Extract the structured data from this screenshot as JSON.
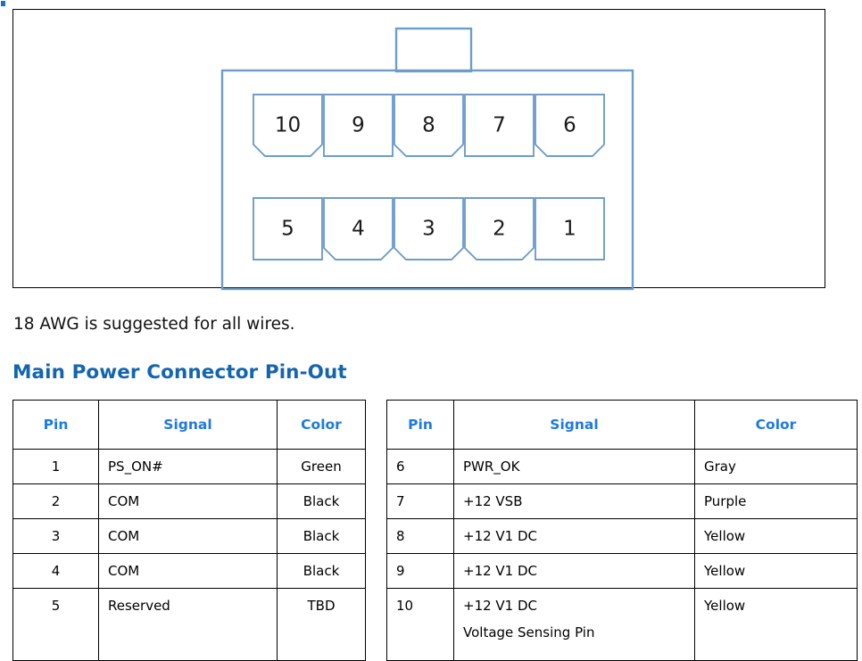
{
  "figure": {
    "name": "main-power-connector-diagram",
    "line_color": "#6e9dc9",
    "latch_tab": "",
    "top_row_pins": [
      {
        "label": "10",
        "chamfered": true
      },
      {
        "label": "9",
        "chamfered": false
      },
      {
        "label": "8",
        "chamfered": true
      },
      {
        "label": "7",
        "chamfered": false
      },
      {
        "label": "6",
        "chamfered": true
      }
    ],
    "bottom_row_pins": [
      {
        "label": "5",
        "chamfered": false
      },
      {
        "label": "4",
        "chamfered": true
      },
      {
        "label": "3",
        "chamfered": true
      },
      {
        "label": "2",
        "chamfered": true
      },
      {
        "label": "1",
        "chamfered": false
      }
    ]
  },
  "note": "18 AWG is suggested for all wires.",
  "heading": "Main Power Connector Pin-Out",
  "colors": {
    "heading_blue": "#1465b0",
    "table_header_blue": "#1f7ae0",
    "diagram_line_blue": "#6e9dc9",
    "border_black": "#000000"
  },
  "table_left": {
    "headers": [
      "Pin",
      "Signal",
      "Color"
    ],
    "rows": [
      {
        "pin": "1",
        "signal": "PS_ON#",
        "color": "Green"
      },
      {
        "pin": "2",
        "signal": "COM",
        "color": "Black"
      },
      {
        "pin": "3",
        "signal": "COM",
        "color": "Black"
      },
      {
        "pin": "4",
        "signal": "COM",
        "color": "Black"
      },
      {
        "pin": "5",
        "signal": "Reserved",
        "color": "TBD"
      }
    ]
  },
  "table_right": {
    "headers": [
      "Pin",
      "Signal",
      "Color"
    ],
    "rows": [
      {
        "pin": "6",
        "signal": "PWR_OK",
        "signal2": "",
        "color": "Gray"
      },
      {
        "pin": "7",
        "signal": "+12 VSB",
        "signal2": "",
        "color": "Purple"
      },
      {
        "pin": "8",
        "signal": "+12 V1 DC",
        "signal2": "",
        "color": "Yellow"
      },
      {
        "pin": "9",
        "signal": "+12 V1 DC",
        "signal2": "",
        "color": "Yellow"
      },
      {
        "pin": "10",
        "signal": "+12 V1 DC",
        "signal2": "Voltage Sensing Pin",
        "color": "Yellow"
      }
    ]
  }
}
